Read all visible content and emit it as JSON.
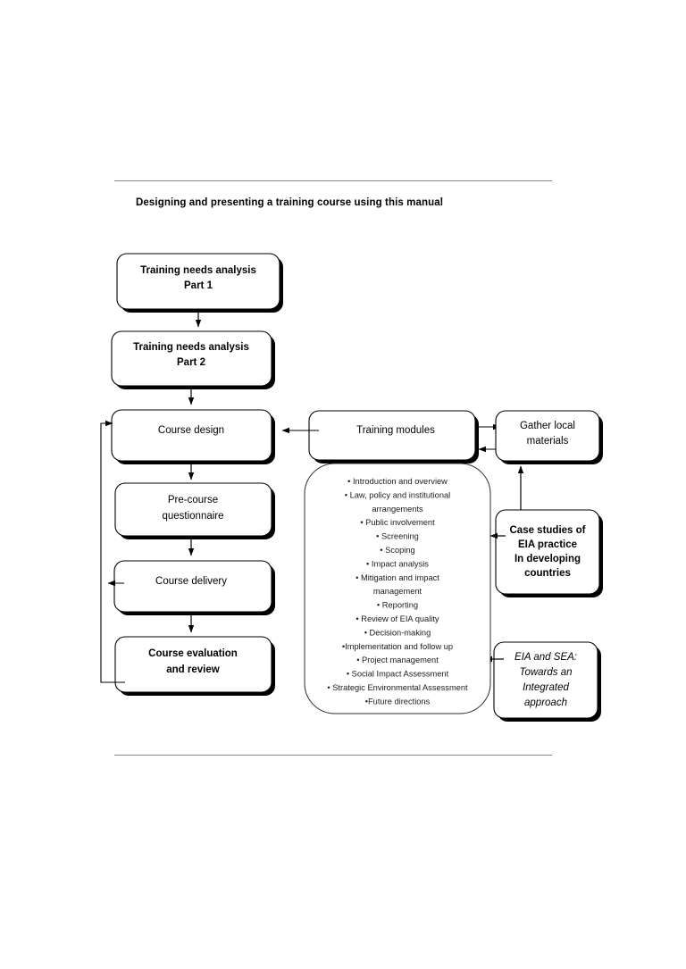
{
  "document": {
    "title": "Designing and presenting  a training course using this manual",
    "has_top_rule": true,
    "has_bottom_rule": true,
    "rule_color": "#8a8a8a"
  },
  "diagram": {
    "type": "flowchart",
    "nodes": [
      {
        "id": "tna1",
        "label_lines": [
          "Training needs analysis",
          "Part 1"
        ],
        "style": "shadow-rounded"
      },
      {
        "id": "tna2",
        "label_lines": [
          "Training needs analysis",
          "Part 2"
        ],
        "style": "shadow-rounded"
      },
      {
        "id": "design",
        "label_lines": [
          "Course design"
        ],
        "style": "shadow-rounded"
      },
      {
        "id": "precourse",
        "label_lines": [
          "Pre-course",
          "questionnaire"
        ],
        "style": "shadow-rounded"
      },
      {
        "id": "delivery",
        "label_lines": [
          "Course delivery"
        ],
        "style": "shadow-rounded"
      },
      {
        "id": "evaluation",
        "label_lines": [
          "Course evaluation",
          "and review"
        ],
        "style": "shadow-rounded"
      },
      {
        "id": "modules",
        "label_lines": [
          "Training modules"
        ],
        "style": "shadow-rounded"
      },
      {
        "id": "gather",
        "label_lines": [
          "Gather local",
          "materials"
        ],
        "style": "shadow-rounded"
      },
      {
        "id": "casestudies",
        "label_lines": [
          "Case studies of",
          "EIA practice",
          "In developing",
          "countries"
        ],
        "style": "shadow-rounded-bold"
      },
      {
        "id": "eiasea",
        "label_lines": [
          "EIA and SEA:",
          "Towards an",
          "Integrated",
          "approach"
        ],
        "style": "shadow-rounded-italic"
      },
      {
        "id": "modulelist",
        "label_lines": [],
        "style": "large-rounded"
      }
    ],
    "module_list": {
      "items": [
        "• Introduction and overview",
        "• Law, policy and institutional",
        "arrangements",
        "• Public involvement",
        "• Screening",
        "• Scoping",
        "• Impact analysis",
        "• Mitigation and impact",
        "management",
        "• Reporting",
        "• Review of EIA quality",
        "• Decision-making",
        "•Implementation and follow up",
        "• Project management",
        "• Social Impact Assessment",
        "• Strategic Environmental Assessment",
        "•Future directions"
      ]
    },
    "edges": [
      {
        "from": "tna1",
        "to": "tna2",
        "direction": "down"
      },
      {
        "from": "tna2",
        "to": "design",
        "direction": "down"
      },
      {
        "from": "design",
        "to": "precourse",
        "direction": "down"
      },
      {
        "from": "precourse",
        "to": "delivery",
        "direction": "down"
      },
      {
        "from": "delivery",
        "to": "evaluation",
        "direction": "down"
      },
      {
        "from": "evaluation",
        "to": "design",
        "direction": "feedback-left"
      },
      {
        "from": "delivery",
        "to": "feedback-spine",
        "direction": "left"
      },
      {
        "from": "modules",
        "to": "design",
        "direction": "left"
      },
      {
        "from": "modules",
        "to": "gather",
        "direction": "right"
      },
      {
        "from": "gather",
        "to": "modules",
        "direction": "left"
      },
      {
        "from": "modules",
        "to": "modulelist",
        "direction": "down"
      },
      {
        "from": "casestudies",
        "to": "gather",
        "direction": "up"
      },
      {
        "from": "casestudies",
        "to": "modulelist",
        "direction": "left"
      },
      {
        "from": "eiasea",
        "to": "modulelist",
        "direction": "left"
      }
    ]
  }
}
